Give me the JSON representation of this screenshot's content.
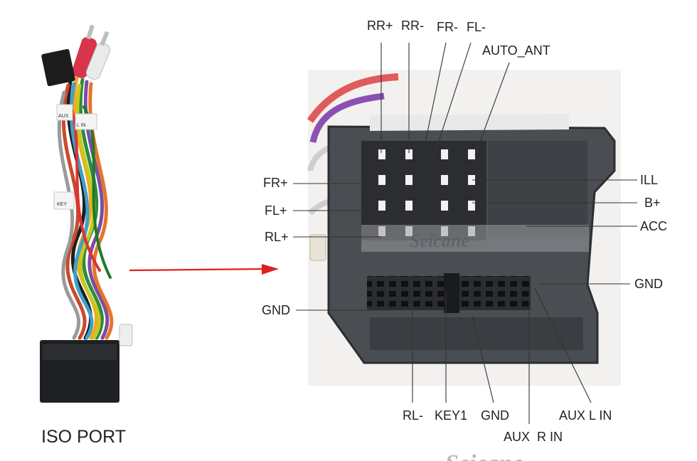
{
  "left_product": {
    "caption": "ISO PORT",
    "tags": [
      "AUX",
      "L IN",
      "KEY"
    ]
  },
  "connector": {
    "watermark": "Seicane",
    "top_labels": [
      "RR+",
      "RR-",
      "FR-",
      "FL-",
      "AUTO_ANT"
    ],
    "left_labels": [
      "FR+",
      "FL+",
      "RL+",
      "GND"
    ],
    "right_labels": [
      "ILL",
      "B+",
      "ACC",
      "GND"
    ],
    "bottom_labels": [
      "RL-",
      "KEY1",
      "GND",
      "AUX L IN",
      "AUX  R IN"
    ]
  },
  "footer_watermark": "Seicane",
  "colors": {
    "arrow": "#e02020",
    "connector": "#4a4d52",
    "label": "#222222"
  }
}
